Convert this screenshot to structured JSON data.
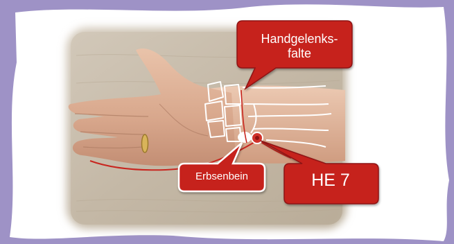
{
  "labels": {
    "handgelenksfalte_line1": "Handgelenks-",
    "handgelenksfalte_line2": "falte",
    "erbsenbein": "Erbsenbein",
    "he7": "HE 7"
  },
  "colors": {
    "background": "#9e92c6",
    "card": "#ffffff",
    "label_fill": "#c6201e",
    "label_border": "#8e1212",
    "meridian_line": "#c8261f",
    "bone_outline": "#ffffff",
    "point_marker": "#d0322a"
  }
}
